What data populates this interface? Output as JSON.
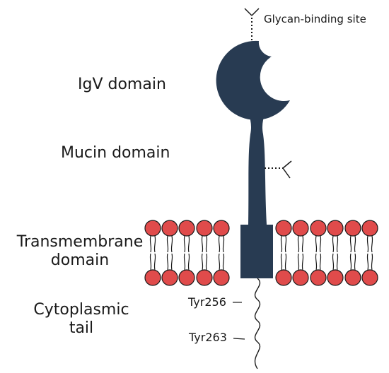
{
  "labels": {
    "glycan_binding_site": "Glycan-binding site",
    "igv_domain": "IgV domain",
    "mucin_domain": "Mucin domain",
    "transmembrane_line1": "Transmembrane",
    "transmembrane_line2": "domain",
    "cytoplasmic_line1": "Cytoplasmic",
    "cytoplasmic_line2": "tail",
    "tyr256": "Tyr256",
    "tyr263": "Tyr263"
  },
  "colors": {
    "protein": "#283b52",
    "lipid_head": "#e04b4b",
    "lipid_head_outline": "#1a1a1a",
    "line": "#1a1a1a"
  }
}
